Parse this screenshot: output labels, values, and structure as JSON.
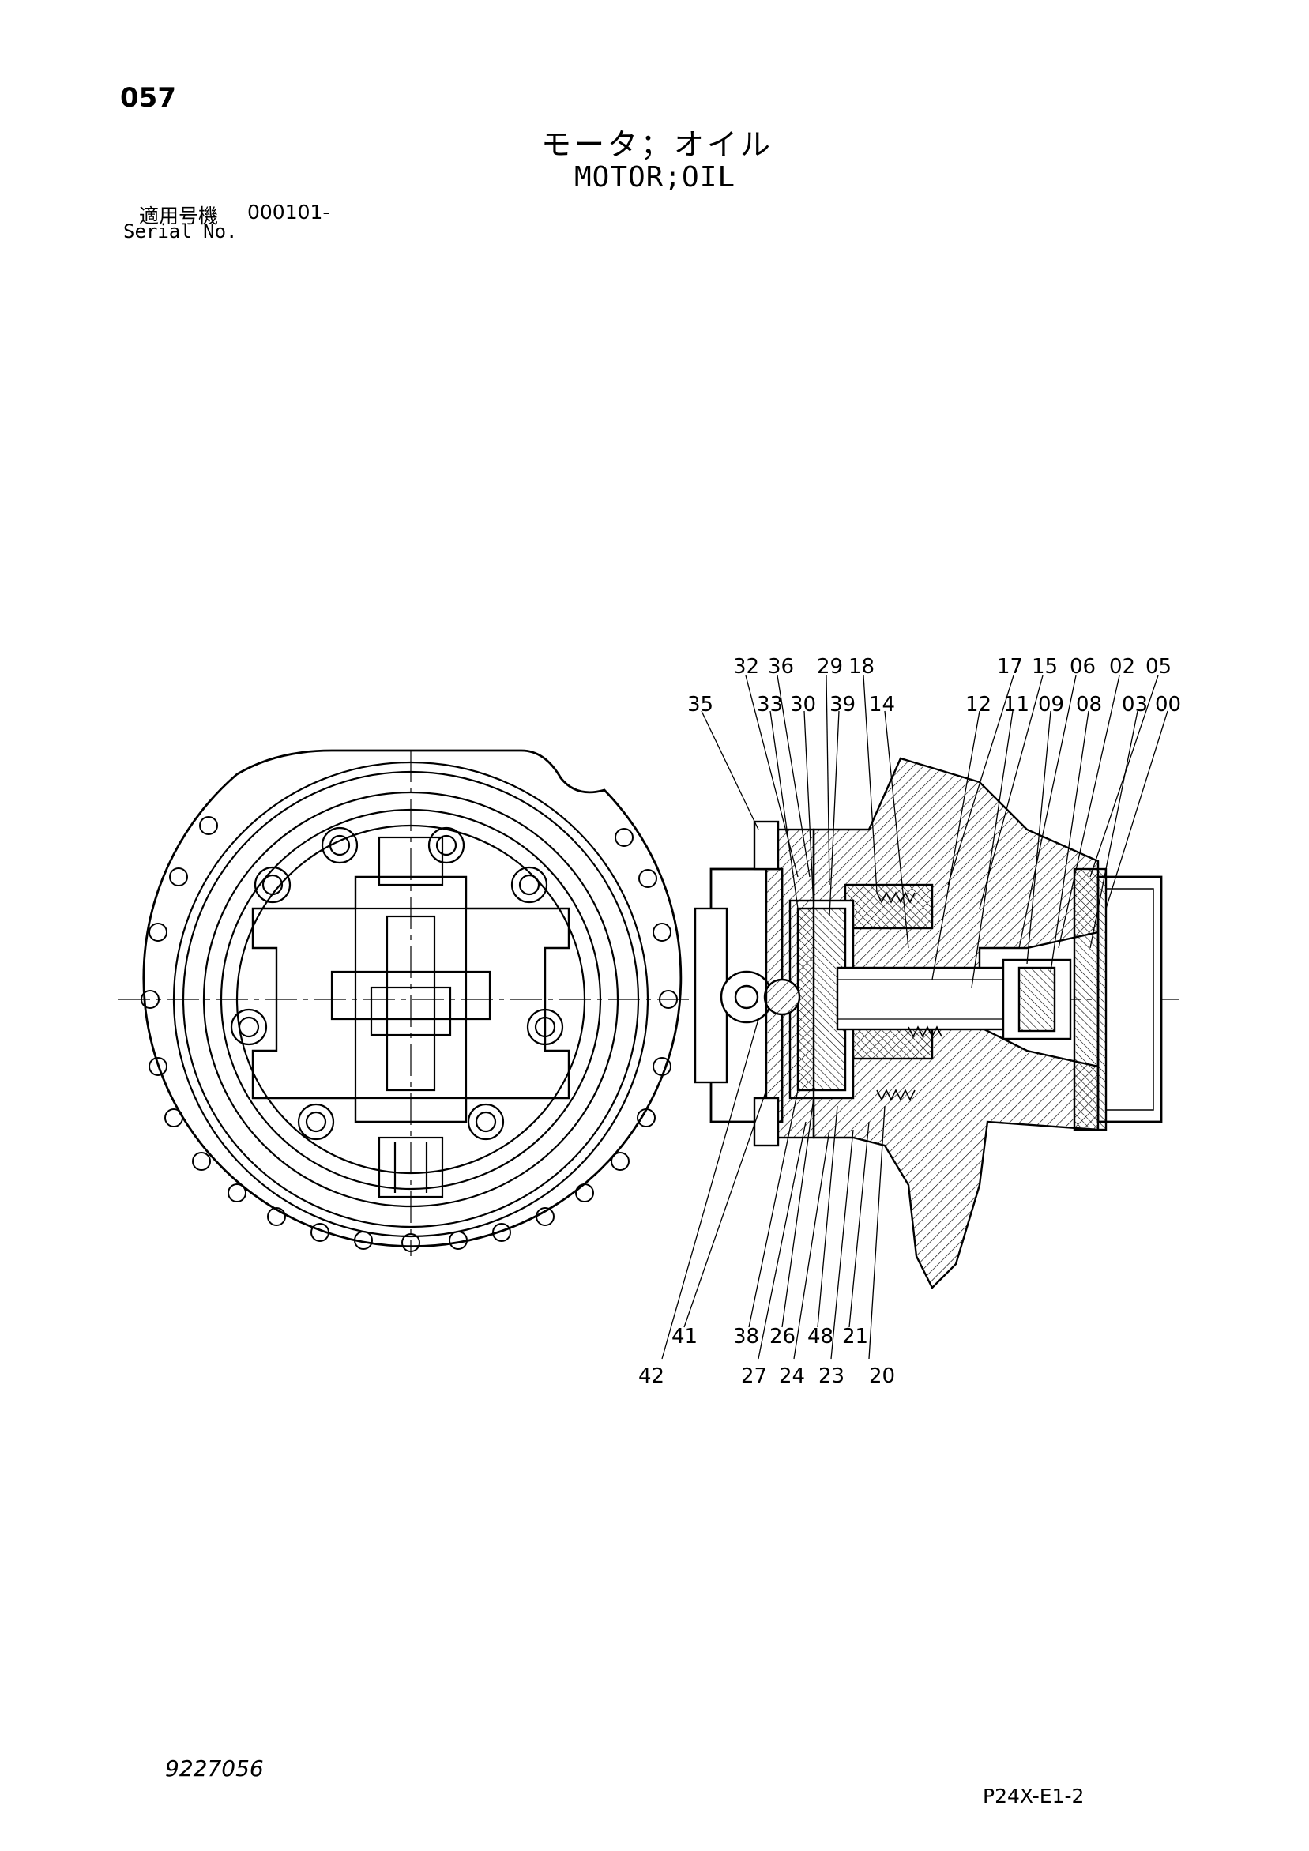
{
  "header": {
    "page_number": "057",
    "title_jp": "モータ；オイル",
    "title_en": "MOTOR;OIL",
    "serial_label_jp": "適用号機",
    "serial_value": "000101-",
    "serial_label_en": "Serial No."
  },
  "footer": {
    "doc_id": "9227056",
    "sheet_code": "P24X-E1-2"
  },
  "callouts": [
    "32",
    "36",
    "29",
    "18",
    "17",
    "15",
    "06",
    "02",
    "05",
    "35",
    "33",
    "30",
    "39",
    "14",
    "12",
    "11",
    "09",
    "08",
    "03",
    "00",
    "42",
    "41",
    "38",
    "26",
    "48",
    "21",
    "27",
    "24",
    "23",
    "20"
  ],
  "colors": {
    "ink": "#000000",
    "paper": "#ffffff"
  }
}
